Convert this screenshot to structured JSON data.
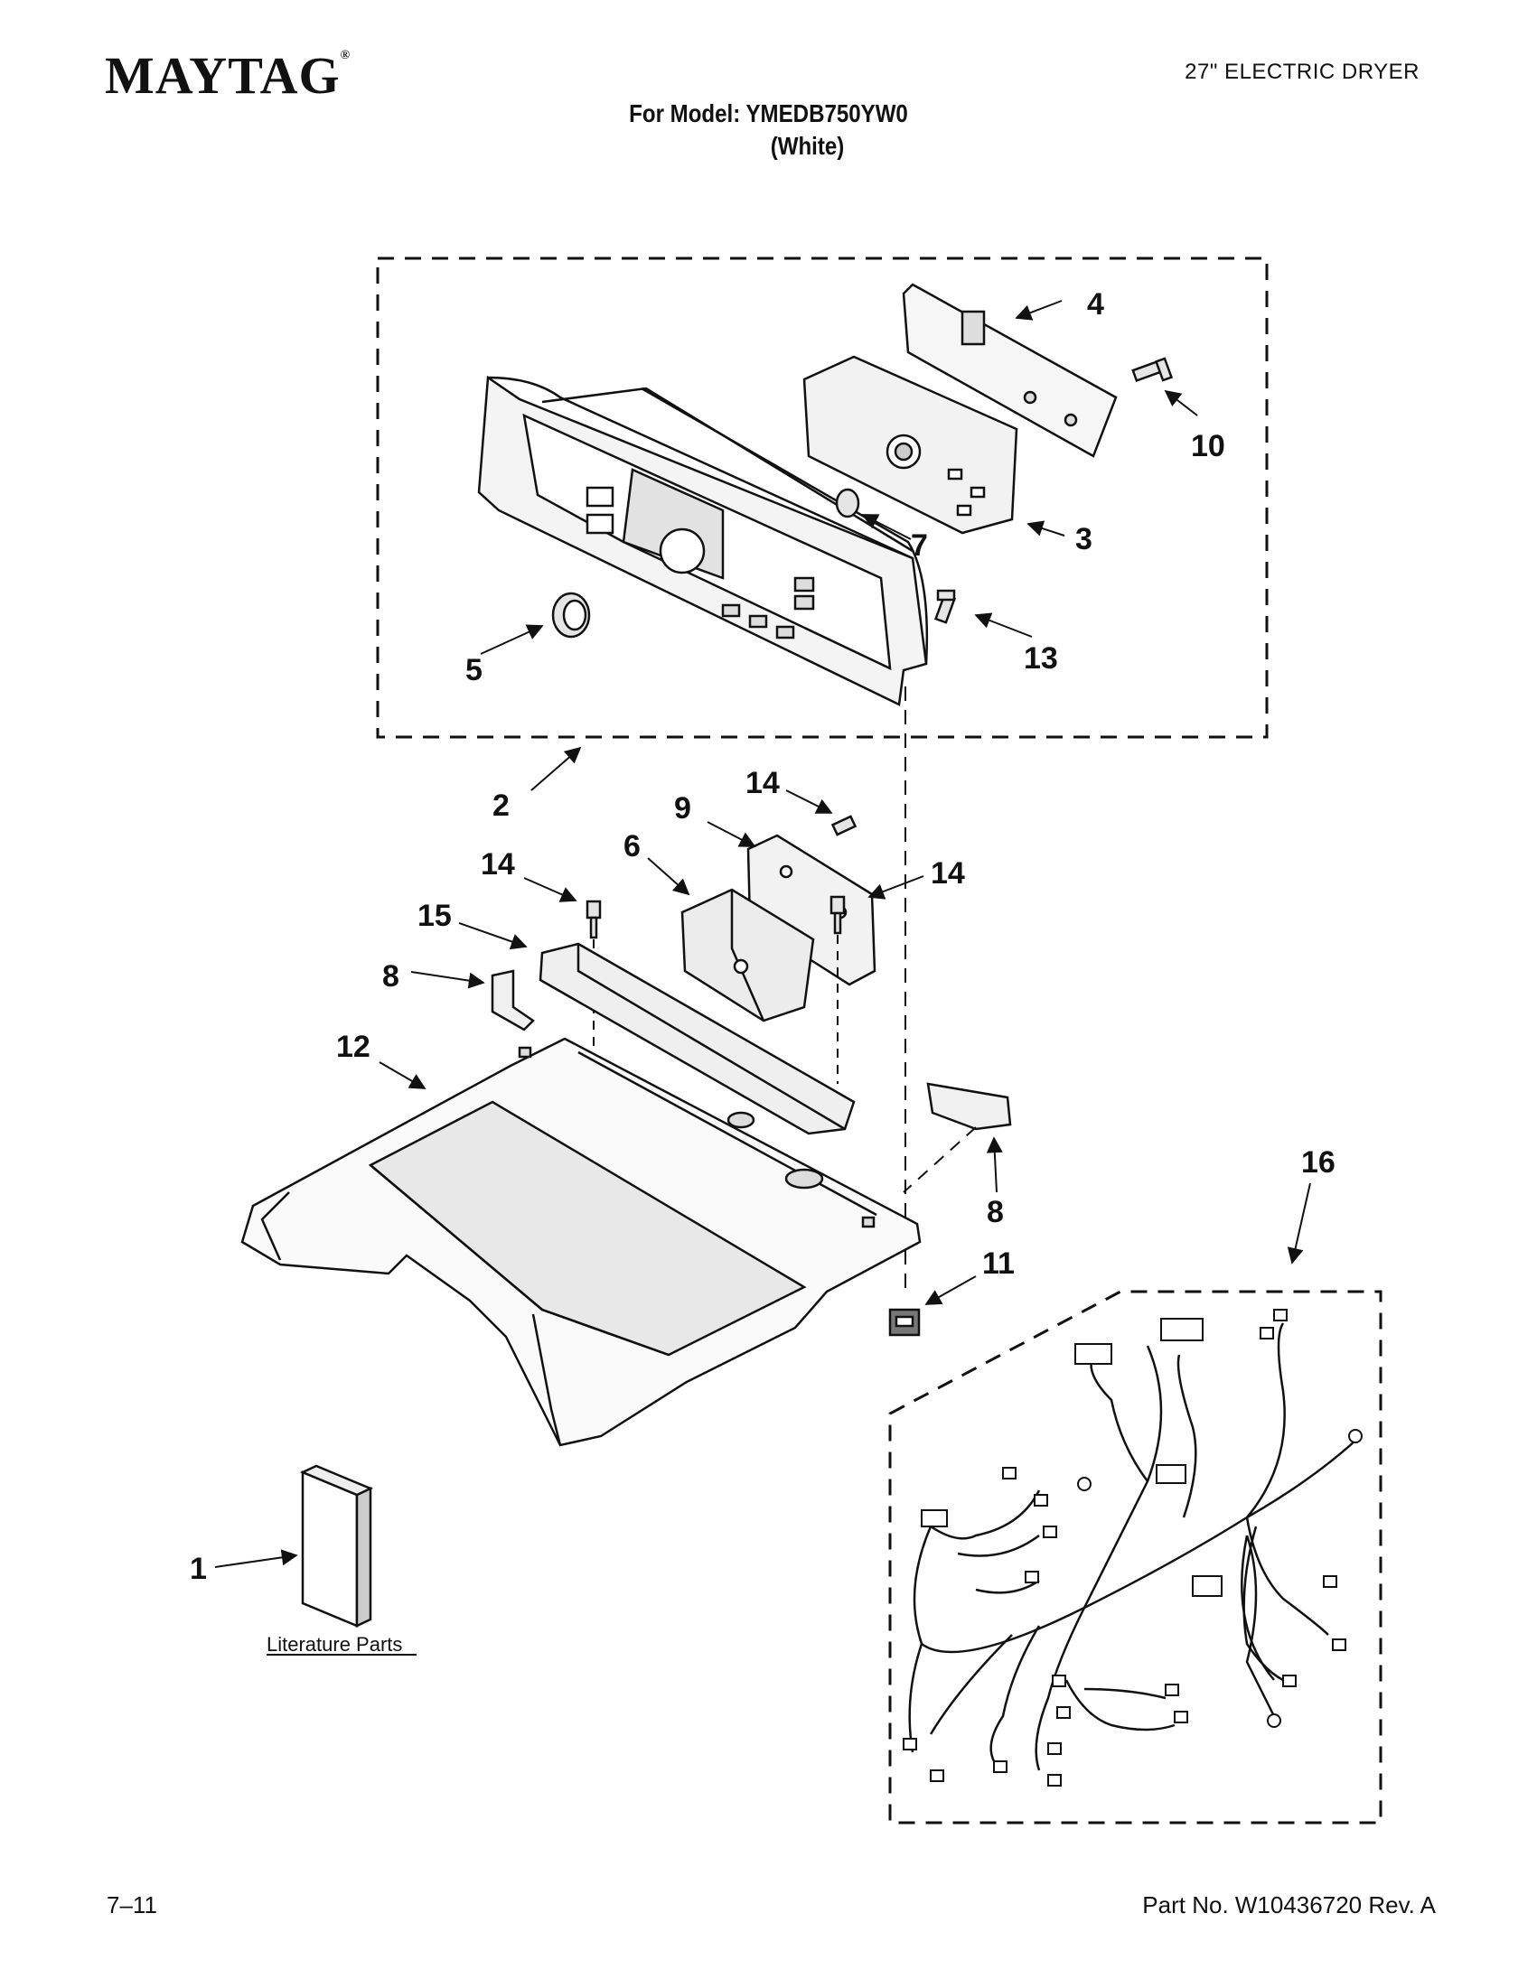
{
  "header": {
    "brand": "MAYTAG",
    "brand_mark": "®",
    "product": "27\" ELECTRIC DRYER",
    "model_line": "For Model: YMEDB750YW0",
    "color_line": "(White)"
  },
  "diagram": {
    "callouts": [
      "1",
      "2",
      "3",
      "4",
      "5",
      "6",
      "7",
      "8",
      "9",
      "10",
      "11",
      "12",
      "13",
      "14",
      "15",
      "16"
    ],
    "literature_label": "Literature Parts"
  },
  "footer": {
    "page": "7–11",
    "part_number": "Part No. W10436720 Rev. A"
  },
  "colors": {
    "ink": "#111111",
    "paper": "#ffffff",
    "part_shade": "#e9e9e9"
  }
}
